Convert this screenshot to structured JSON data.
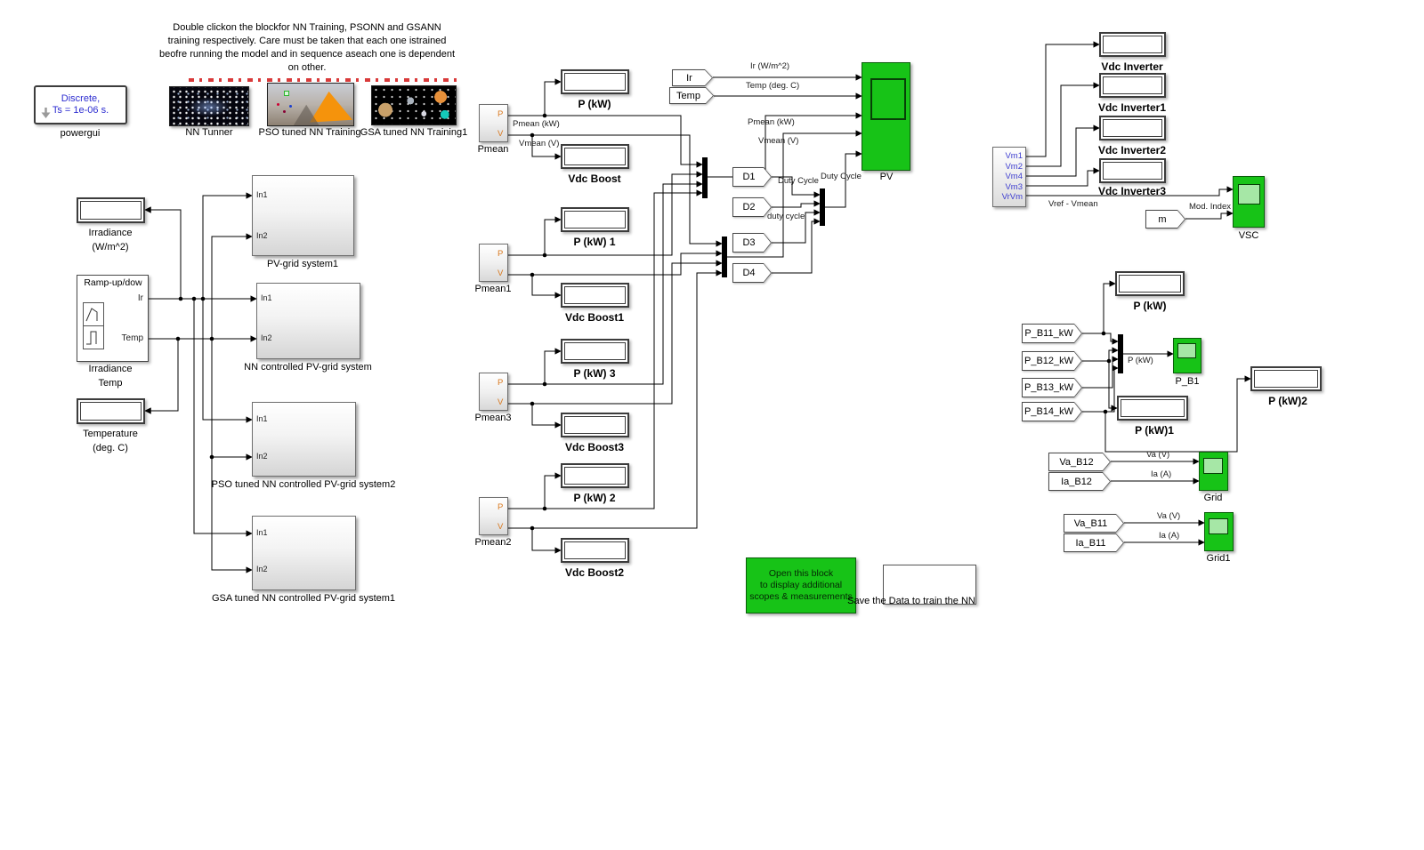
{
  "annotation": {
    "lines": [
      "Double clickon the blockfor NN Training, PSONN and GSANN",
      "training respectively. Care must be taken that each one istrained",
      "beofre running the model and in sequence aseach one is dependent",
      "on other."
    ]
  },
  "powergui": {
    "line1": "Discrete,",
    "line2": "Ts = 1e-06 s.",
    "label": "powergui"
  },
  "training": {
    "nn": "NN Tunner",
    "pso": "PSO tuned NN Training",
    "gsa": "GSA tuned NN Training1"
  },
  "left": {
    "irradiance_display": {
      "label1": "Irradiance",
      "label2": "(W/m^2)"
    },
    "ramp": {
      "title": "Ramp-up/dow",
      "port1": "Ir",
      "port2": "Temp",
      "label1": "Irradiance",
      "label2": "Temp"
    },
    "temperature_display": {
      "label1": "Temperature",
      "label2": "(deg. C)"
    },
    "in1": "In1",
    "in2": "In2",
    "subsystems": [
      "PV-grid system1",
      "NN controlled PV-grid system",
      "PSO tuned NN controlled PV-grid system2",
      "GSA tuned NN controlled PV-grid system1"
    ]
  },
  "middle": {
    "pmean_labels": [
      "Pmean",
      "Pmean1",
      "Pmean3",
      "Pmean2"
    ],
    "port_p": "P",
    "port_v": "V",
    "display_labels": [
      "P (kW)",
      "Vdc Boost",
      "P (kW) 1",
      "Vdc Boost1",
      "P (kW) 3",
      "Vdc Boost3",
      "P (kW) 2",
      "Vdc Boost2"
    ],
    "sig_pmean": "Pmean (kW)",
    "sig_vmean": "Vmean (V)"
  },
  "pv": {
    "label": "PV",
    "sig_ir": "Ir (W/m^2)",
    "sig_temp": "Temp (deg. C)",
    "sig_pmean": "Pmean (kW)",
    "sig_vmean": "Vmean (V)",
    "sig_duty1": "Duty Cycle",
    "sig_duty2": "duty cycle",
    "sig_duty3": "Duty Cycle"
  },
  "tags": {
    "ir": "Ir",
    "temp": "Temp",
    "d": [
      "D1",
      "D2",
      "D3",
      "D4"
    ],
    "m": "m",
    "pb": [
      "P_B11_kW",
      "P_B12_kW",
      "P_B13_kW",
      "P_B14_kW"
    ],
    "va_b12": "Va_B12",
    "ia_b12": "Ia_B12",
    "va_b11": "Va_B11",
    "ia_b11": "Ia_B11"
  },
  "right": {
    "vm_rows": [
      "Vm1",
      "Vm2",
      "Vm4",
      "Vm3",
      "VrVm"
    ],
    "sig_vref": "Vref - Vmean",
    "sig_mod": "Mod. Index",
    "inverter_displays": [
      "Vdc Inverter",
      "Vdc Inverter1",
      "Vdc Inverter2",
      "Vdc Inverter3"
    ],
    "vsc_label": "VSC",
    "pkw_top": "P (kW)",
    "pkw1": "P (kW)1",
    "pkw2": "P (kW)2",
    "sig_pkw": "P (kW)",
    "pb1_label": "P_B1",
    "grid": {
      "label": "Grid",
      "sig_va": "Va (V)",
      "sig_ia": "Ia (A)"
    },
    "grid1": {
      "label": "Grid1",
      "sig_va": "Va (V)",
      "sig_ia": "Ia (A)"
    }
  },
  "bottom": {
    "open_lines": [
      "Open this block",
      "to display additional",
      "scopes & measurements"
    ],
    "save_label": "Save the Data to train the NN"
  },
  "colors": {
    "scope_green": "#17c317",
    "blue_text": "#2b2bd0",
    "orange_port": "#d8781e",
    "wire": "#000000"
  }
}
